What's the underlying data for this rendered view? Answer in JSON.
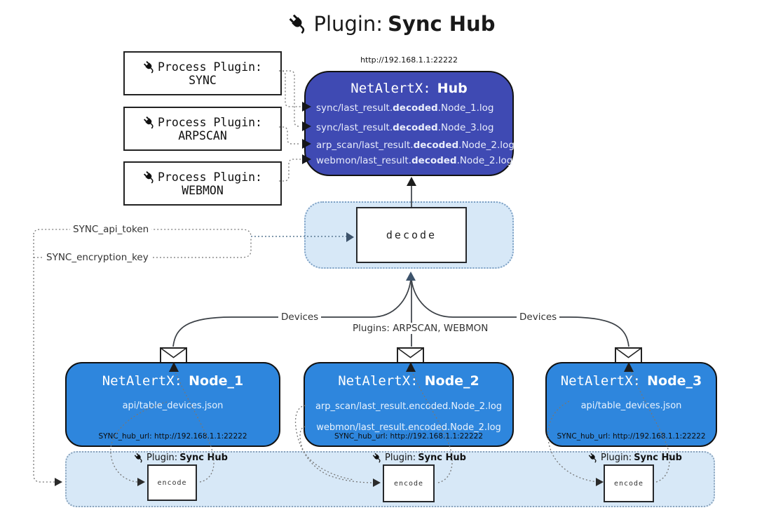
{
  "title": {
    "label": "Plugin:",
    "name": "Sync Hub"
  },
  "hub": {
    "url": "http://192.168.1.1:22222",
    "prefix": "NetAlertX:",
    "name": "Hub",
    "files": [
      {
        "pre": "sync/last_result.",
        "bold": "decoded",
        "post": ".Node_1.log"
      },
      {
        "pre": "sync/last_result.",
        "bold": "decoded",
        "post": ".Node_3.log"
      },
      {
        "pre": "arp_scan/last_result.",
        "bold": "decoded",
        "post": ".Node_2.log"
      },
      {
        "pre": "webmon/last_result.",
        "bold": "decoded",
        "post": ".Node_2.log"
      }
    ]
  },
  "process_plugins": [
    {
      "label": "Process Plugin:",
      "name": "SYNC"
    },
    {
      "label": "Process Plugin:",
      "name": "ARPSCAN"
    },
    {
      "label": "Process Plugin:",
      "name": "WEBMON"
    }
  ],
  "settings": {
    "api_token": "SYNC_api_token",
    "encryption_key": "SYNC_encryption_key"
  },
  "decode": {
    "label": "decode"
  },
  "edges": {
    "left": "Devices",
    "center": "Plugins: ARPSCAN, WEBMON",
    "right": "Devices"
  },
  "nodes": [
    {
      "prefix": "NetAlertX:",
      "name": "Node_1",
      "files": [
        "api/table_devices.json"
      ],
      "hub_url": "SYNC_hub_url: http://192.168.1.1:22222"
    },
    {
      "prefix": "NetAlertX:",
      "name": "Node_2",
      "files": [
        "arp_scan/last_result.encoded.Node_2.log",
        "webmon/last_result.encoded.Node_2.log"
      ],
      "hub_url": "SYNC_hub_url: http://192.168.1.1:22222"
    },
    {
      "prefix": "NetAlertX:",
      "name": "Node_3",
      "files": [
        "api/table_devices.json"
      ],
      "hub_url": "SYNC_hub_url: http://192.168.1.1:22222"
    }
  ],
  "band": {
    "plugin_label": "Plugin:",
    "plugin_name": "Sync Hub",
    "encode_label": "encode"
  },
  "icons": {
    "plug": "plug-icon",
    "envelope": "envelope-icon"
  },
  "colors": {
    "hub": "#3f4ab3",
    "node": "#2e86dd",
    "band": "#d7e8f7",
    "accent": "#3d536b"
  }
}
